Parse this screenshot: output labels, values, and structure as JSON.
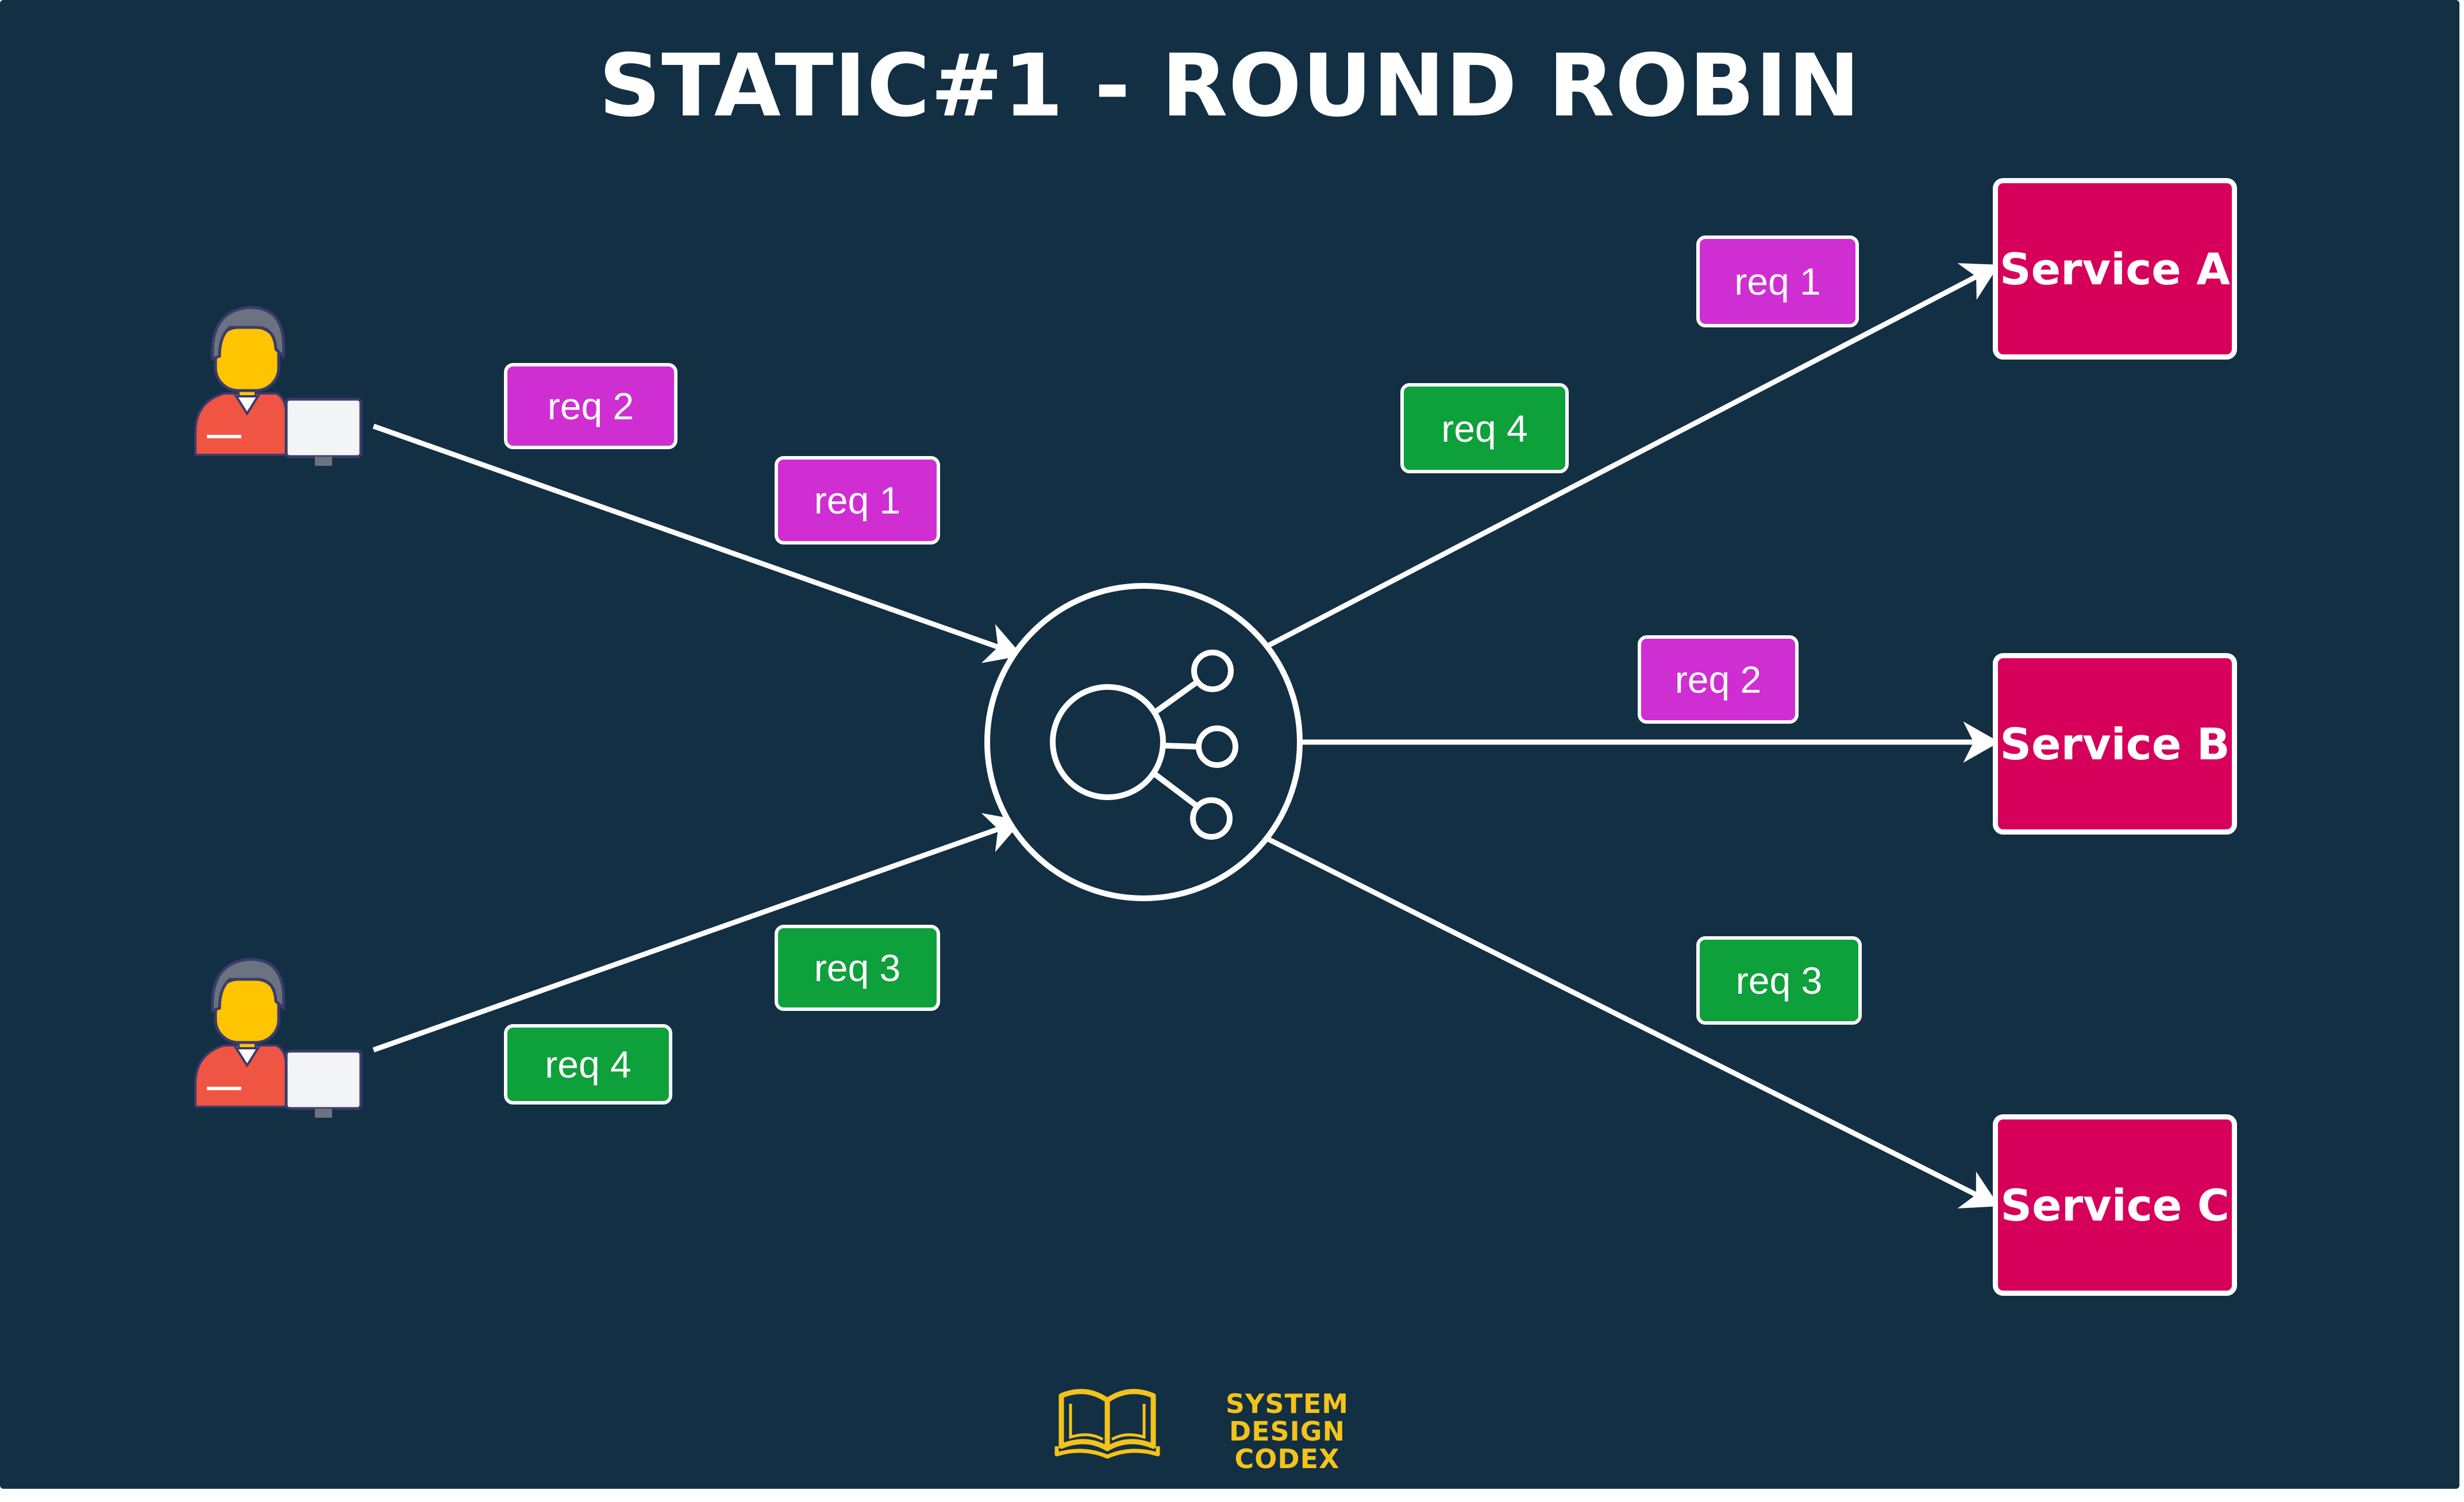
{
  "title": "STATIC#1 - ROUND ROBIN",
  "colors": {
    "background": "#132f44",
    "req_purple": "#cf2ed3",
    "req_green": "#0ea03b",
    "service": "#d6005b",
    "brand_gold": "#f2c31a"
  },
  "clients": [
    {
      "icon": "user-at-computer-icon"
    },
    {
      "icon": "user-at-computer-icon"
    }
  ],
  "load_balancer": {
    "icon": "load-balancer-icon"
  },
  "requests_in": [
    {
      "label": "req 2",
      "color": "purple"
    },
    {
      "label": "req 1",
      "color": "purple"
    },
    {
      "label": "req 3",
      "color": "green"
    },
    {
      "label": "req 4",
      "color": "green"
    }
  ],
  "requests_out": [
    {
      "label": "req 1",
      "color": "purple"
    },
    {
      "label": "req 4",
      "color": "green"
    },
    {
      "label": "req 2",
      "color": "purple"
    },
    {
      "label": "req 3",
      "color": "green"
    }
  ],
  "services": [
    {
      "label": "Service A"
    },
    {
      "label": "Service B"
    },
    {
      "label": "Service C"
    }
  ],
  "brand": {
    "line1": "SYSTEM DESIGN",
    "line2": "CODEX",
    "icon": "open-book-icon"
  }
}
